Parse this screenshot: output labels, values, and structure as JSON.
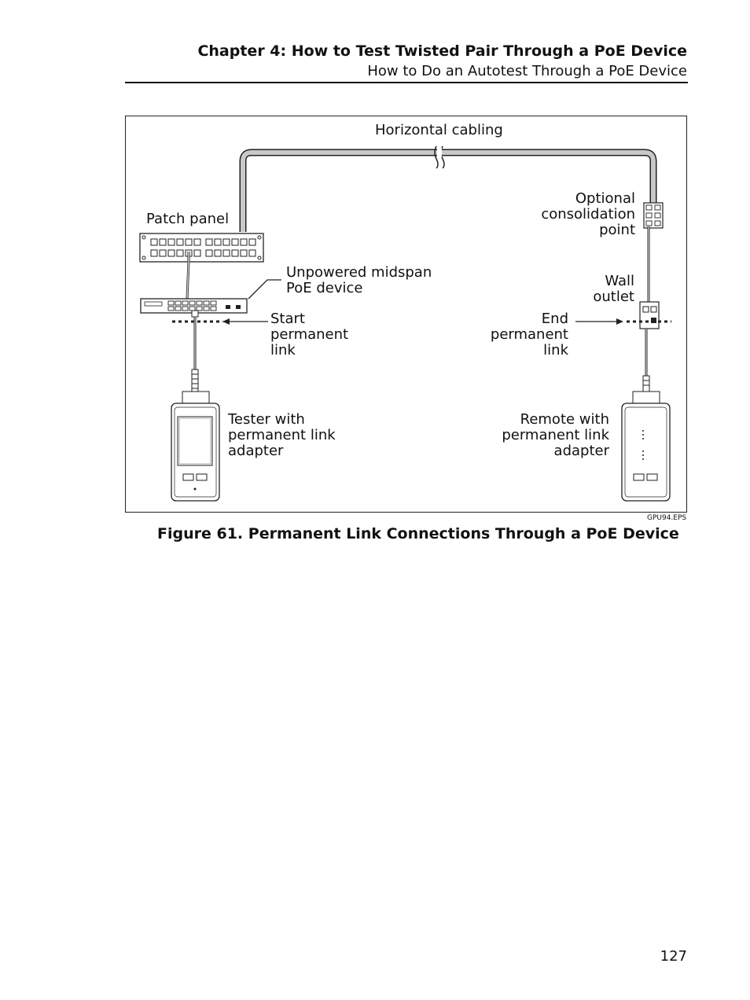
{
  "header": {
    "chapter": "Chapter 4: How to Test Twisted Pair Through a PoE Device",
    "section": "How to Do an Autotest Through a PoE Device"
  },
  "figure": {
    "labels": {
      "horizontal_cabling": "Horizontal cabling",
      "patch_panel": "Patch panel",
      "optional_consolidation_point": "Optional\nconsolidation\npoint",
      "unpowered_midspan": "Unpowered midspan\nPoE device",
      "wall_outlet": "Wall\noutlet",
      "start_permanent_link": "Start\npermanent\nlink",
      "end_permanent_link": "End\npermanent\nlink",
      "tester": "Tester with\npermanent link\nadapter",
      "remote": "Remote with\npermanent link\nadapter"
    },
    "figure_id": "GPU94.EPS",
    "caption": "Figure 61. Permanent Link Connections Through a PoE Device"
  },
  "page_number": "127"
}
